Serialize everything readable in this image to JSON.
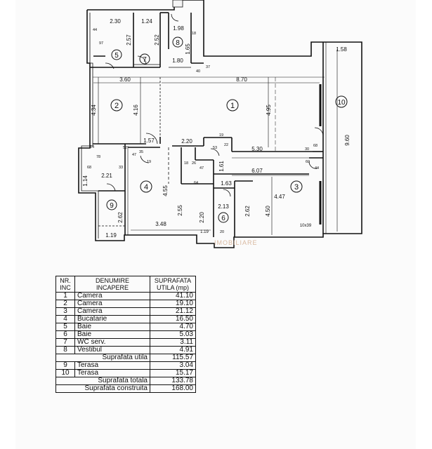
{
  "plan": {
    "dims": {
      "d230": "2.30",
      "d124": "1.24",
      "d198": "1.98",
      "d257": "2.57",
      "d252": "2.52",
      "d165": "1.65",
      "d180": "1.80",
      "d158": "1.58",
      "d360": "3.60",
      "d870": "8.70",
      "d434": "4.34",
      "d416": "4.16",
      "d495": "4.95",
      "d960": "9.60",
      "d157": "1.57",
      "d220": "2.20",
      "d530": "5.30",
      "d607": "6.07",
      "d161": "1.61",
      "d221": "2.21",
      "d114": "1.14",
      "d455": "4.55",
      "d255": "2.55",
      "d163": "1.63",
      "d213": "2.13",
      "d447": "4.47",
      "d450": "4.50",
      "d262a": "2.62",
      "d262b": "2.62",
      "d348": "3.48",
      "d220b": "2.20",
      "d119": "1.19",
      "d119b": "1.19",
      "d10x39": "10x39",
      "s44": "44",
      "s97": "97",
      "s18": "18",
      "s40": "40",
      "s37": "37",
      "s19": "19",
      "s53": "53",
      "s22": "22",
      "s52": "52",
      "s47": "47",
      "s35": "35",
      "s19b": "19",
      "s18b": "18",
      "s26": "26",
      "s47b": "47",
      "s30": "30",
      "s68": "68",
      "s60": "60",
      "s44b": "44",
      "s14": "14",
      "s78": "78",
      "s68b": "68",
      "s33": "33",
      "s64": "64",
      "s20": "20"
    },
    "rooms": {
      "r1": "1",
      "r2": "2",
      "r3": "3",
      "r4": "4",
      "r5": "5",
      "r6": "6",
      "r7": "7",
      "r8": "8",
      "r9": "9",
      "r10": "10"
    },
    "watermark": "IMOBILIARE"
  },
  "table": {
    "header": {
      "nr": "NR.",
      "inc": "INC",
      "den1": "DENUMIRE",
      "den2": "INCAPERE",
      "sup1": "SUPRAFATA",
      "sup2": "UTILA  (mp)"
    },
    "rows": [
      {
        "nr": "1",
        "name": "Camera",
        "value": "41.10"
      },
      {
        "nr": "2",
        "name": "Camera",
        "value": "19.10"
      },
      {
        "nr": "3",
        "name": "Camera",
        "value": "21.12"
      },
      {
        "nr": "4",
        "name": "Bucatarie",
        "value": "16.50"
      },
      {
        "nr": "5",
        "name": "Baie",
        "value": "4.70"
      },
      {
        "nr": "6",
        "name": "Baie",
        "value": "5.03"
      },
      {
        "nr": "7",
        "name": "WC serv.",
        "value": "3.11"
      },
      {
        "nr": "8",
        "name": "Vestibul",
        "value": "4.91"
      }
    ],
    "utila": {
      "label": "Suprafata utila",
      "value": "115.57"
    },
    "terase": [
      {
        "nr": "9",
        "name": "Terasa",
        "value": "3.04"
      },
      {
        "nr": "10",
        "name": "Terasa",
        "value": "15.17"
      }
    ],
    "totala": {
      "label": "Suprafata totala",
      "value": "133.78"
    },
    "construita": {
      "label": "Suprafata construita",
      "value": "168.00"
    }
  }
}
